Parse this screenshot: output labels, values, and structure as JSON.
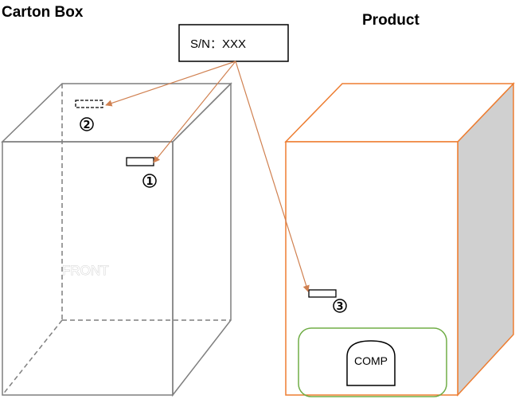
{
  "labels": {
    "carton_box": "Carton Box",
    "product": "Product",
    "serial_label": "S/N：XXX",
    "front": "FRONT",
    "comp": "COMP"
  },
  "markers": {
    "m1": "1",
    "m2": "2",
    "m3": "3"
  },
  "colors": {
    "carton_stroke": "#7f7f7f",
    "product_stroke": "#ed7d31",
    "product_side_fill": "#d0d0d0",
    "arrow": "#d08050",
    "comp_area_stroke": "#70ad47"
  }
}
